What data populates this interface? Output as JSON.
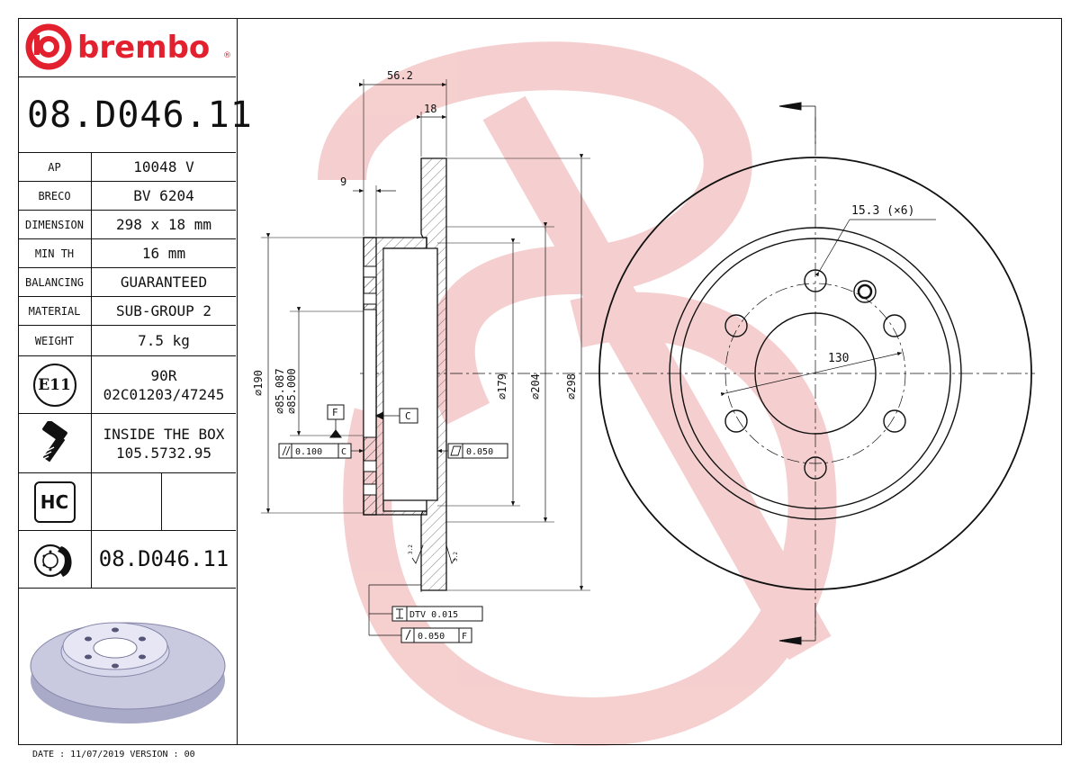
{
  "brand": {
    "name": "brembo",
    "registered_mark": "®",
    "colors": {
      "brand_red": "#e3202e",
      "watermark_red": "#f4c7c7"
    }
  },
  "part_number": "08.D046.11",
  "specs": [
    {
      "key": "AP",
      "value": "10048 V"
    },
    {
      "key": "BRECO",
      "value": "BV 6204"
    },
    {
      "key": "DIMENSION",
      "value": "298 x 18 mm"
    },
    {
      "key": "MIN TH",
      "value": "16 mm"
    },
    {
      "key": "BALANCING",
      "value": "GUARANTEED"
    },
    {
      "key": "MATERIAL",
      "value": "SUB-GROUP 2"
    },
    {
      "key": "WEIGHT",
      "value": "7.5 kg"
    }
  ],
  "approval": {
    "mark": "E11",
    "line1": "90R",
    "line2": "02C01203/47245",
    "icon": "e11-approval-mark-icon"
  },
  "hardware": {
    "line1": "INSIDE THE BOX",
    "line2": "105.5732.95",
    "icon": "screw-icon"
  },
  "hc": {
    "label": "HC"
  },
  "bottom_part_number": "08.D046.11",
  "footer": {
    "text": "DATE : 11/07/2019 VERSION : 00"
  },
  "section_view": {
    "dims": {
      "total_width": "56.2",
      "thickness": "18",
      "hat_offset": "9",
      "d190": "∅190",
      "d85a": "∅85.087",
      "d85b": "∅85.000",
      "d179": "∅179",
      "d204": "∅204",
      "d298": "∅298"
    },
    "datum_f": "F",
    "datum_c": "C",
    "tol_parallel": "0.100",
    "tol_parallel_ref": "C",
    "tol_flatness": "0.050",
    "tol_dtv": "DTV 0.015",
    "tol_runout": "0.050",
    "tol_runout_ref": "F",
    "surface_finish": "3.2"
  },
  "front_view": {
    "hole_note": "15.3 (×6)",
    "pcd": "130"
  }
}
